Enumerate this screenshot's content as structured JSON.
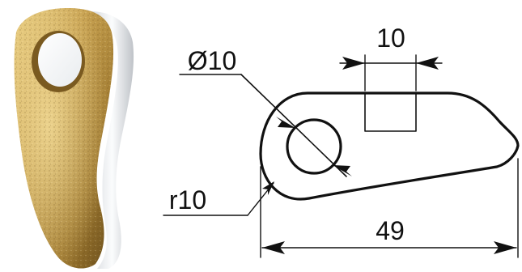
{
  "photo": {
    "subject": "brass-cam-lever",
    "colors": {
      "brass_light": "#e8c878",
      "brass_mid": "#b8913e",
      "brass_dark": "#6a4e1c",
      "edge_highlight": "#f4f6f8"
    }
  },
  "drawing": {
    "stroke_color": "#111111",
    "dimensions": {
      "slot_width": "10",
      "hole_diameter": "Ø10",
      "end_radius": "r10",
      "overall_length": "49"
    }
  }
}
